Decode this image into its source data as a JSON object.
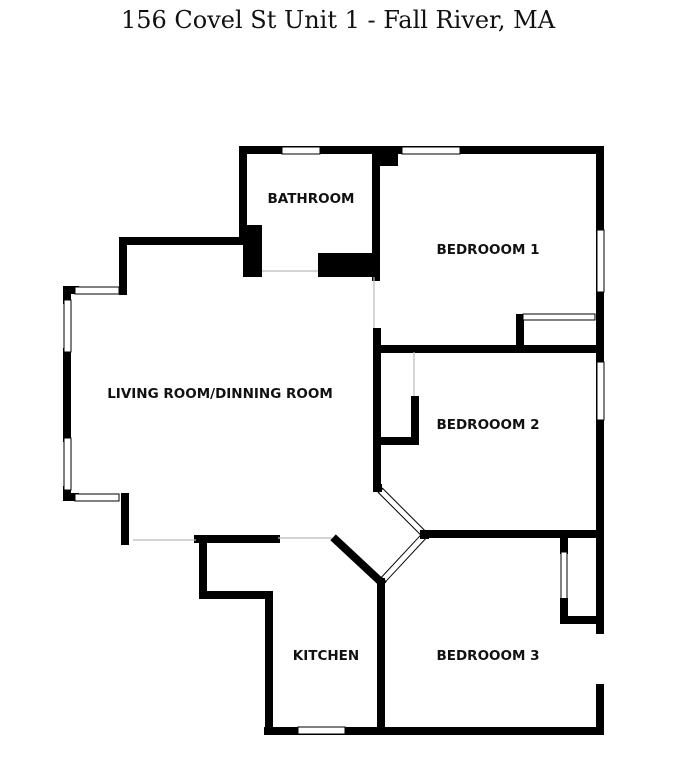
{
  "title": "156 Covel St Unit 1 - Fall River, MA",
  "rooms": {
    "bathroom": "BATHROOM",
    "bedroom1": "BEDROOOM 1",
    "bedroom2": "BEDROOOM 2",
    "bedroom3": "BEDROOOM 3",
    "living": "LIVING ROOM/DINNING ROOM",
    "kitchen": "KITCHEN"
  }
}
